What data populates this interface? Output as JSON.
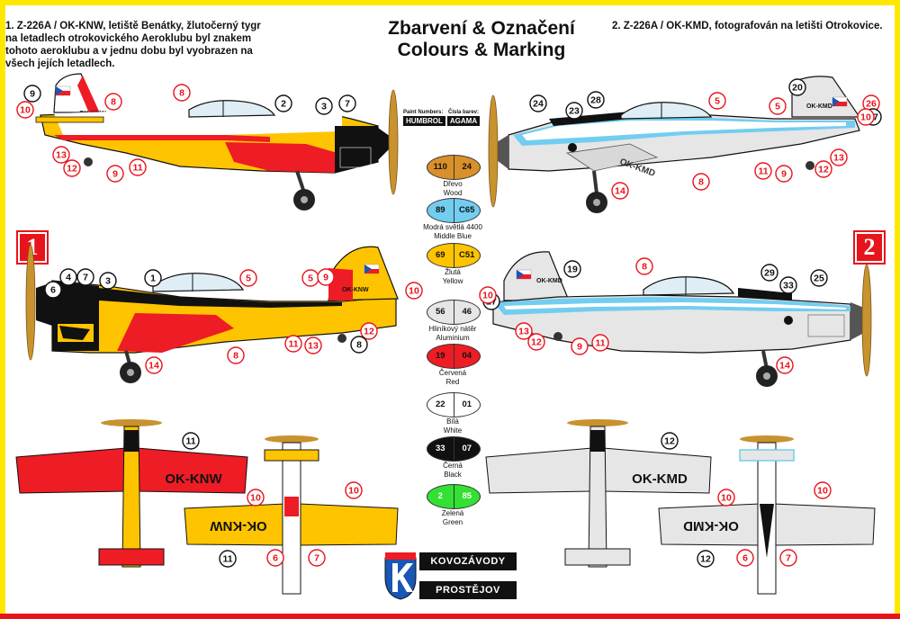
{
  "title_cz": "Zbarvení & Označení",
  "title_en": "Colours & Marking",
  "scheme1": {
    "badge": "1",
    "caption": "1.  Z-226A / OK-KNW, letiště Benátky, žlutočerný tygr na letadlech otrokovického Aeroklubu byl znakem tohoto aeroklubu a v jednu dobu byl vyobrazen na všech jejích letadlech.",
    "registration": "OK-KNW",
    "registration_small": "OK-KNW",
    "callouts_top": [
      "9",
      "10",
      "8",
      "8",
      "2",
      "3",
      "7",
      "13",
      "12",
      "9",
      "11"
    ],
    "callouts_side": [
      "6",
      "4",
      "7",
      "3",
      "1",
      "5",
      "8",
      "10",
      "5",
      "9",
      "11",
      "13",
      "12",
      "8",
      "14"
    ],
    "callouts_plan": [
      "11",
      "10",
      "10",
      "11",
      "6",
      "7"
    ]
  },
  "scheme2": {
    "badge": "2",
    "caption": "2. Z-226A / OK-KMD, fotografován na letišti Otrokovice.",
    "registration": "OK-KMD",
    "registration_small": "OK-KMD",
    "callouts_top": [
      "24",
      "23",
      "28",
      "5",
      "5",
      "20",
      "26",
      "27",
      "10",
      "8",
      "11",
      "9",
      "13",
      "12",
      "14"
    ],
    "callouts_side": [
      "27",
      "10",
      "19",
      "8",
      "29",
      "33",
      "25",
      "13",
      "12",
      "9",
      "11",
      "14"
    ],
    "callouts_plan": [
      "12",
      "10",
      "10",
      "12",
      "6",
      "7"
    ]
  },
  "legend": {
    "header_left": "Paint Numbers:",
    "header_right": "Čísla barev:",
    "brand_left": "HUMBROL",
    "brand_right": "AGAMA",
    "colors": [
      {
        "humbrol": "110",
        "agama": "24",
        "name_cz": "Dřevo",
        "name_en": "Wood",
        "fill": "#d9902a",
        "text": "#111"
      },
      {
        "humbrol": "89",
        "agama": "C65",
        "name_cz": "Modrá světlá 4400",
        "name_en": "Middle Blue",
        "fill": "#72cdf0",
        "text": "#111"
      },
      {
        "humbrol": "69",
        "agama": "C51",
        "name_cz": "Žlutá",
        "name_en": "Yellow",
        "fill": "#ffc400",
        "text": "#111"
      },
      {
        "humbrol": "56",
        "agama": "46",
        "name_cz": "Hliníkový nátěr",
        "name_en": "Aluminium",
        "fill": "#e6e6e6",
        "text": "#111"
      },
      {
        "humbrol": "19",
        "agama": "04",
        "name_cz": "Červená",
        "name_en": "Red",
        "fill": "#ee1c24",
        "text": "#111"
      },
      {
        "humbrol": "22",
        "agama": "01",
        "name_cz": "Bílá",
        "name_en": "White",
        "fill": "#ffffff",
        "text": "#111"
      },
      {
        "humbrol": "33",
        "agama": "07",
        "name_cz": "Černá",
        "name_en": "Black",
        "fill": "#111111",
        "text": "#ffffff"
      },
      {
        "humbrol": "2",
        "agama": "85",
        "name_cz": "Zelená",
        "name_en": "Green",
        "fill": "#33e033",
        "text": "#ffffff"
      }
    ]
  },
  "logo": {
    "line1": "KOVOZÁVODY",
    "line2": "PROSTĚJOV",
    "letter": "K"
  },
  "colors": {
    "frame_top": "#ffe800",
    "frame_bottom": "#e8141c",
    "yellow": "#ffc400",
    "red": "#ee1c24",
    "blue": "#72cdf0",
    "aluminium": "#e6e6e6",
    "black": "#111111",
    "wood": "#c8922e"
  }
}
